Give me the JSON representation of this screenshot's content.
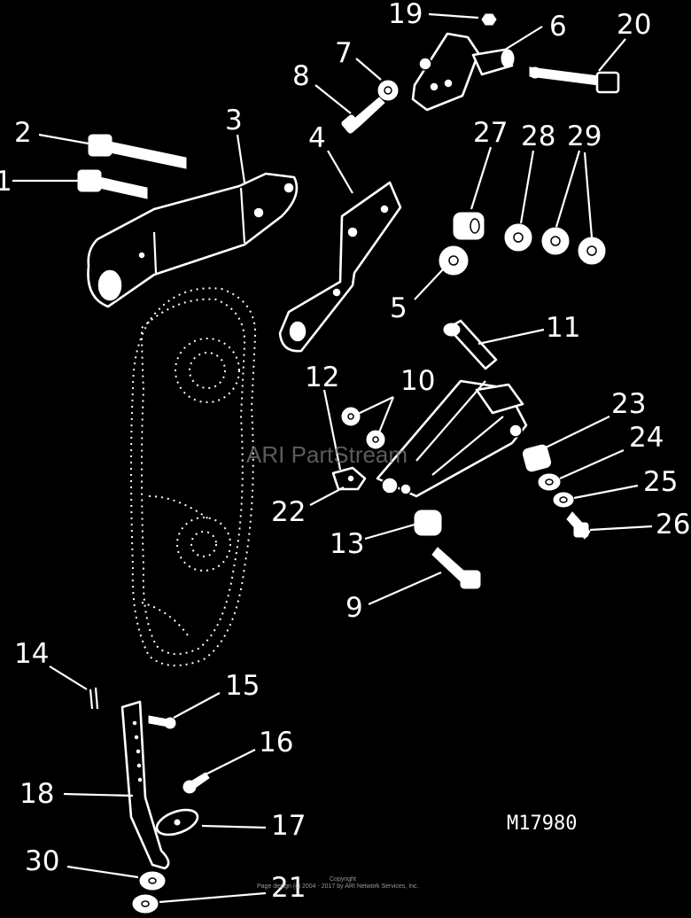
{
  "figure_code": "M17980",
  "watermark": "ARI PartStream",
  "copyright_title": "Copyright",
  "copyright_line": "Page design (c) 2004 - 2017 by ARI Network Services, Inc.",
  "labels": [
    {
      "id": "1",
      "text": "1"
    },
    {
      "id": "2",
      "text": "2"
    },
    {
      "id": "3",
      "text": "3"
    },
    {
      "id": "4",
      "text": "4"
    },
    {
      "id": "5",
      "text": "5"
    },
    {
      "id": "6",
      "text": "6"
    },
    {
      "id": "7",
      "text": "7"
    },
    {
      "id": "8",
      "text": "8"
    },
    {
      "id": "9",
      "text": "9"
    },
    {
      "id": "10",
      "text": "10"
    },
    {
      "id": "11",
      "text": "11"
    },
    {
      "id": "12",
      "text": "12"
    },
    {
      "id": "13",
      "text": "13"
    },
    {
      "id": "14",
      "text": "14"
    },
    {
      "id": "15",
      "text": "15"
    },
    {
      "id": "16",
      "text": "16"
    },
    {
      "id": "17",
      "text": "17"
    },
    {
      "id": "18",
      "text": "18"
    },
    {
      "id": "19",
      "text": "19"
    },
    {
      "id": "20",
      "text": "20"
    },
    {
      "id": "21",
      "text": "21"
    },
    {
      "id": "22",
      "text": "22"
    },
    {
      "id": "23",
      "text": "23"
    },
    {
      "id": "24",
      "text": "24"
    },
    {
      "id": "25",
      "text": "25"
    },
    {
      "id": "26",
      "text": "26"
    },
    {
      "id": "27",
      "text": "27"
    },
    {
      "id": "28",
      "text": "28"
    },
    {
      "id": "29",
      "text": "29"
    },
    {
      "id": "30",
      "text": "30"
    }
  ]
}
